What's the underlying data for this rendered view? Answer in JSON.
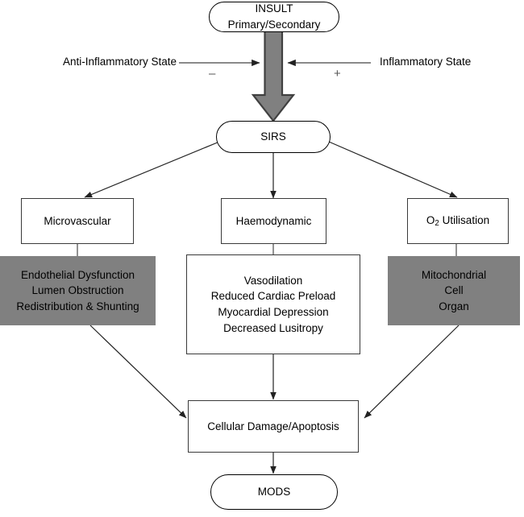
{
  "diagram": {
    "title": "SIRS to MODS pathophysiology flowchart",
    "colors": {
      "gray_box": "#808080",
      "arrow_big": "#808080",
      "stroke": "#000000",
      "rect_stroke": "#3a3a3a"
    },
    "nodes": {
      "insult": {
        "line1": "INSULT",
        "line2": "Primary/Secondary"
      },
      "sirs": {
        "label": "SIRS"
      },
      "microvascular": {
        "label": "Microvascular"
      },
      "haemodynamic": {
        "label": "Haemodynamic"
      },
      "o2_utilisation": {
        "label_prefix": "O",
        "label_sub": "2",
        "label_suffix": " Utilisation"
      },
      "microvascular_detail": {
        "lines": [
          "Endothelial Dysfunction",
          "Lumen Obstruction",
          "Redistribution & Shunting"
        ]
      },
      "haemodynamic_detail": {
        "lines": [
          "Vasodilation",
          "Reduced Cardiac Preload",
          "Myocardial Depression",
          "Decreased Lusitropy"
        ]
      },
      "o2_detail": {
        "lines": [
          "Mitochondrial",
          "Cell",
          "Organ"
        ]
      },
      "cellular_damage": {
        "label": "Cellular Damage/Apoptosis"
      },
      "mods": {
        "label": "MODS"
      }
    },
    "annotations": {
      "anti_inflammatory": "Anti-Inflammatory State",
      "inflammatory": "Inflammatory State",
      "minus_sign": "–",
      "plus_sign": "+"
    }
  }
}
